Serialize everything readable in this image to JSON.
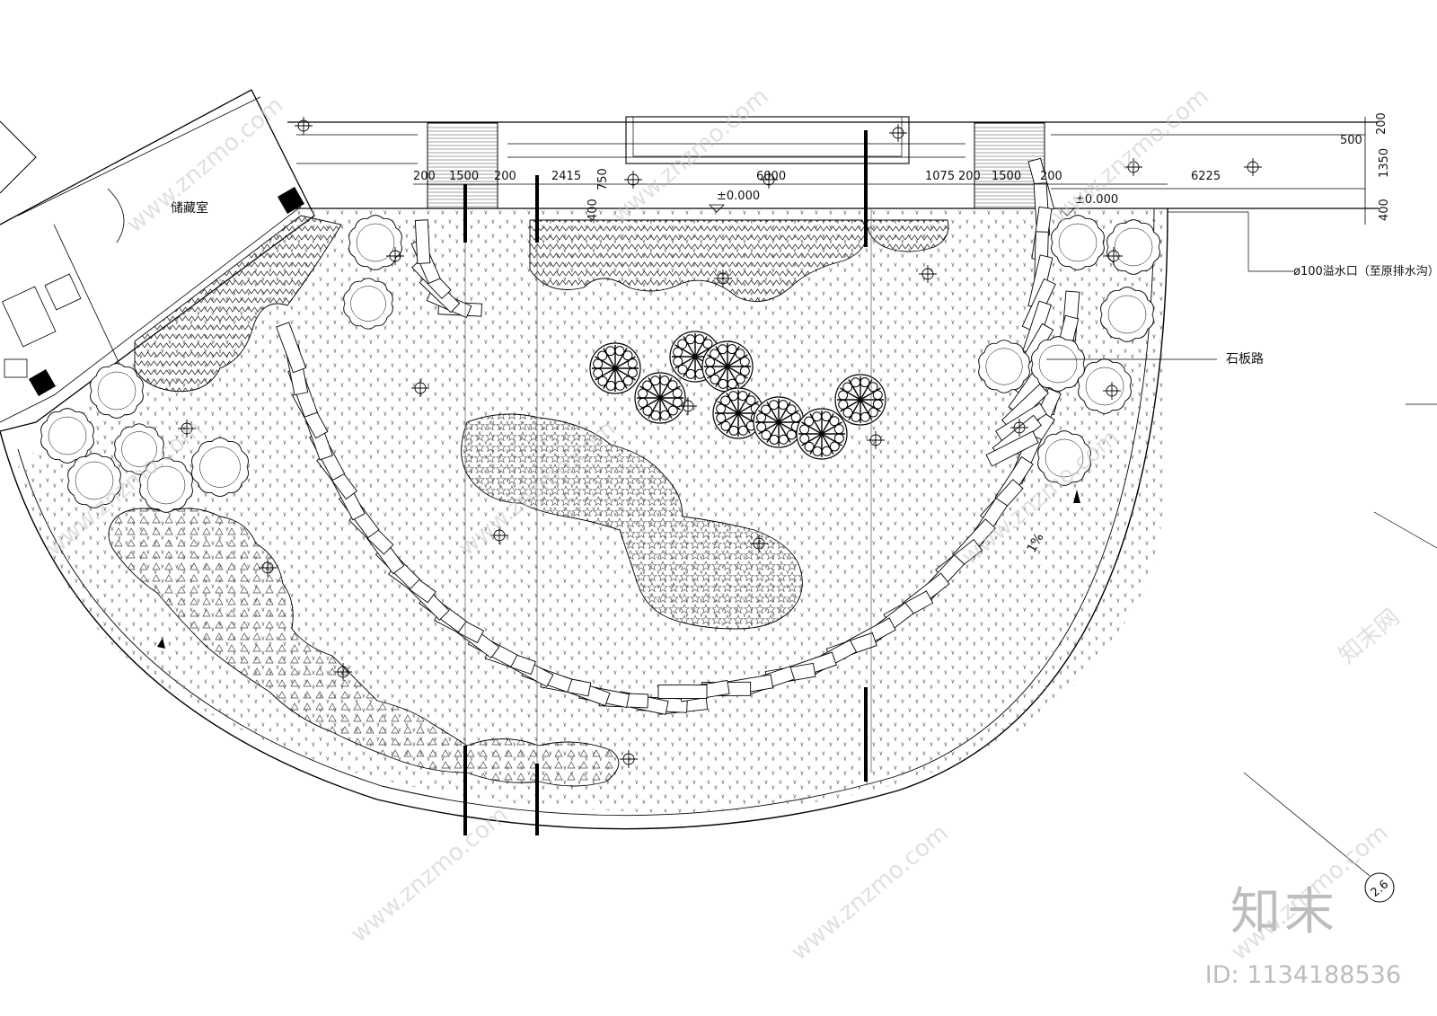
{
  "labels": {
    "storage_room": "储藏室",
    "stone_path": "石板路",
    "overflow": "ø100溢水口（至原排水沟）",
    "slope": "1%",
    "elev_1": "±0.000",
    "elev_2": "±0.000",
    "section_mark": "2.6"
  },
  "dimensions": {
    "d1": "200",
    "d2": "1500",
    "d3": "200",
    "d4": "2415",
    "d5": "750",
    "d6": "6000",
    "d7": "1075",
    "d8": "200",
    "d9": "1500",
    "d10": "200",
    "d11": "6225",
    "d12": "500",
    "d13": "200",
    "d14": "1350",
    "d15": "400",
    "d16": "400"
  },
  "watermark": {
    "site": "www.znzmo.com",
    "brand": "知末",
    "brand_small": "知末网",
    "id": "ID: 1134188536"
  }
}
